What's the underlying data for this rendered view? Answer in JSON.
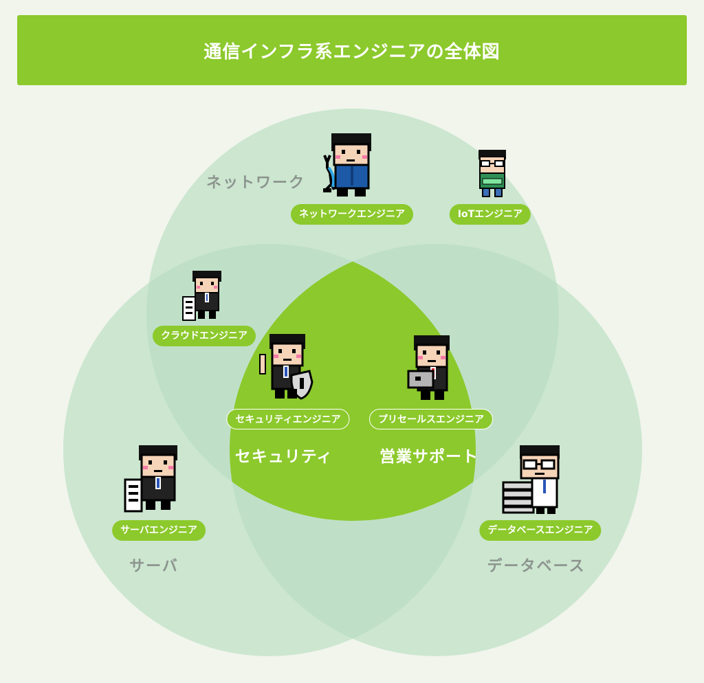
{
  "title": "通信インフラ系エンジニアの全体図",
  "regions": {
    "network": "ネットワーク",
    "server": "サーバ",
    "database": "データベース",
    "security": "セキュリティ",
    "sales_support": "営業サポート"
  },
  "roles": {
    "network_engineer": "ネットワークエンジニア",
    "iot_engineer": "IoTエンジニア",
    "cloud_engineer": "クラウドエンジニア",
    "security_engineer": "セキュリティエンジニア",
    "presales_engineer": "プリセールスエンジニア",
    "server_engineer": "サーバエンジニア",
    "database_engineer": "データベースエンジニア"
  },
  "colors": {
    "accent_green": "#8cc92c",
    "circle_fill": "#b9ddc2",
    "background": "#f1f5ec",
    "region_label": "#8c948e"
  },
  "icons": [
    "network-engineer-figure",
    "iot-engineer-figure",
    "cloud-engineer-figure",
    "security-engineer-figure",
    "presales-engineer-figure",
    "server-engineer-figure",
    "database-engineer-figure"
  ]
}
